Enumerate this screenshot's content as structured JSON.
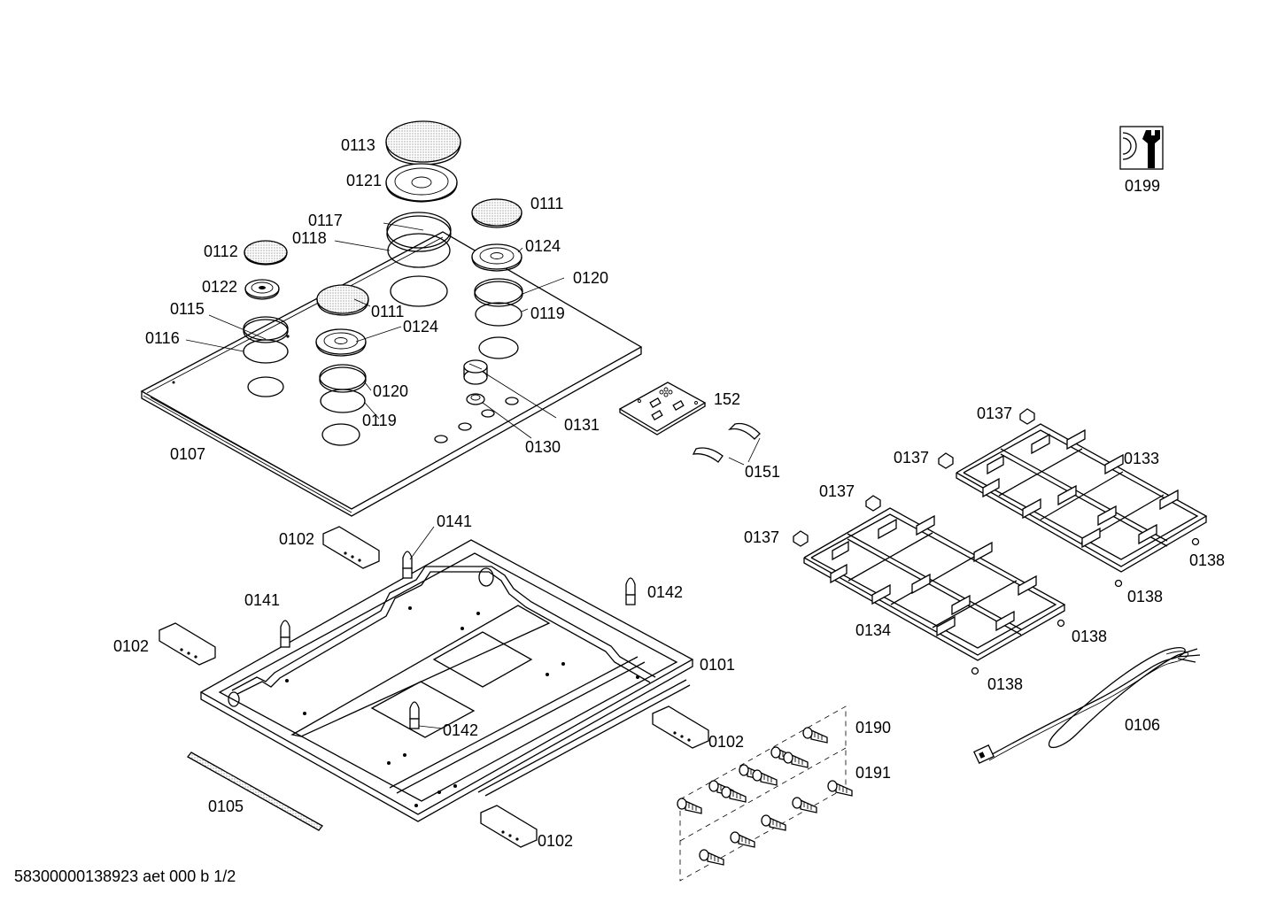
{
  "document_code": "58300000138923 aet 000 b 1/2",
  "callouts": {
    "burner_cap_large": "0113",
    "burner_crown_large": "0121",
    "seal_ring_large": "0117",
    "gasket_large": "0118",
    "burner_cap_small": "0112",
    "burner_crown_small": "0122",
    "seal_ring_small": "0115",
    "gasket_small": "0116",
    "burner_cap_medium_center": "0111",
    "burner_crown_center": "0124",
    "seal_ring_center": "0120",
    "gasket_center": "0119",
    "burner_cap_medium_right": "0111",
    "burner_crown_right": "0124",
    "seal_ring_right": "0120",
    "gasket_right": "0119",
    "control_knob": "0131",
    "knob_bezel": "0130",
    "hob_top_plate": "0107",
    "circuit_board": "152",
    "board_clips": "0151",
    "grid_clip_top": "0137",
    "grid_clip_upper": "0137",
    "grid_clip_middle": "0137",
    "grid_clip_left": "0137",
    "pan_support_right": "0133",
    "pan_support_left": "0134",
    "grid_foot_1": "0138",
    "grid_foot_2": "0138",
    "grid_foot_3": "0138",
    "grid_foot_4": "0138",
    "fixing_bracket_top": "0102",
    "fixing_bracket_left": "0102",
    "fixing_bracket_right": "0102",
    "fixing_bracket_bottom": "0102",
    "spacer_bolt_top": "0141",
    "spacer_bolt_left": "0141",
    "spacer_bolt_right": "0142",
    "spacer_bolt_bottom": "0142",
    "bottom_tray": "0101",
    "sealing_strip": "0105",
    "screw_set_a": "0190",
    "screw_set_b": "0191",
    "mains_cable": "0106",
    "tool_kit": "0199"
  },
  "icons": {
    "tool": "wrench-icon"
  }
}
